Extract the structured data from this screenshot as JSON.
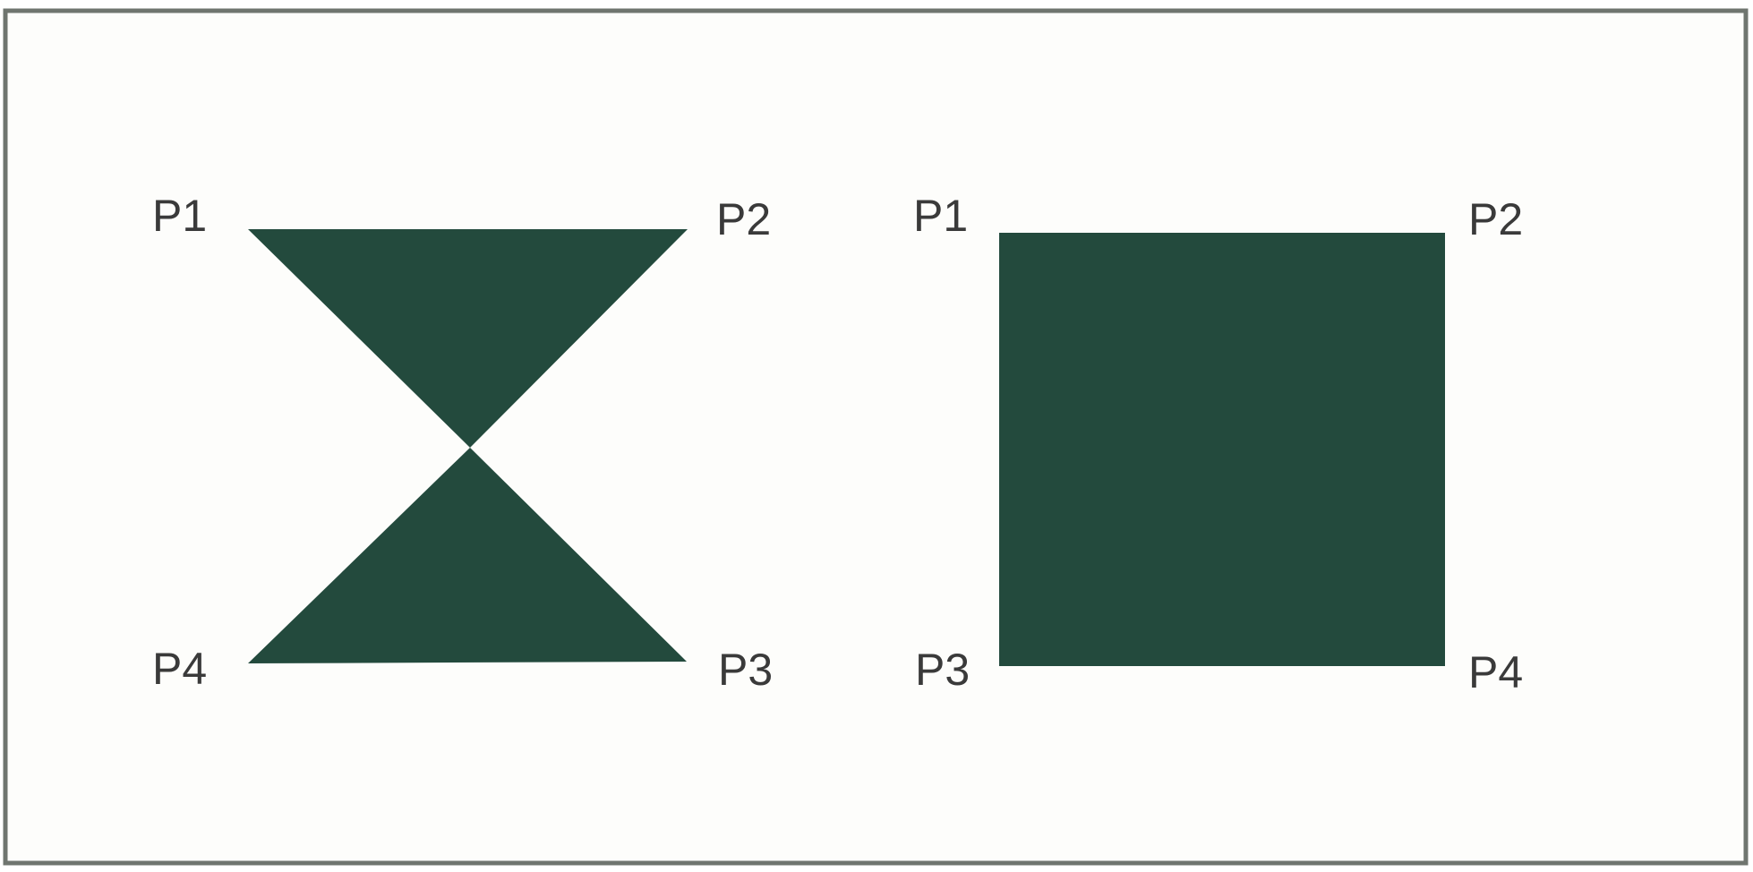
{
  "colors": {
    "shape_fill": "#234a3d",
    "border": "#6f756f",
    "background": "#fdfdfb",
    "label": "#3a3a3a"
  },
  "left_figure": {
    "shape": "bowtie",
    "labels": {
      "top_left": "P1",
      "top_right": "P2",
      "bottom_right": "P3",
      "bottom_left": "P4"
    }
  },
  "right_figure": {
    "shape": "square",
    "labels": {
      "top_left": "P1",
      "top_right": "P2",
      "bottom_left": "P3",
      "bottom_right": "P4"
    }
  }
}
